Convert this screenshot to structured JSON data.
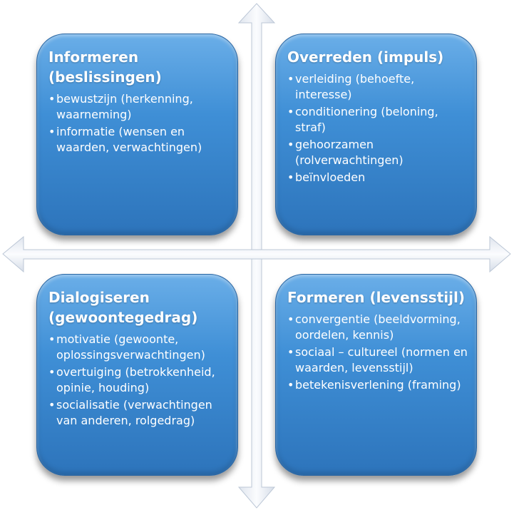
{
  "quadrants": {
    "top_left": {
      "title": "Informeren (beslissingen)",
      "items": [
        "bewustzijn (herkenning, waarneming)",
        "informatie (wensen en waarden, verwachtingen)"
      ]
    },
    "top_right": {
      "title": "Overreden (impuls)",
      "items": [
        "verleiding (behoefte, interesse)",
        "conditionering (beloning, straf)",
        "gehoorzamen (rolverwachtingen)",
        "beïnvloeden"
      ]
    },
    "bottom_left": {
      "title": "Dialogiseren (gewoontegedrag)",
      "items": [
        "motivatie (gewoonte, oplossingsverwachtingen)",
        "overtuiging (betrokkenheid, opinie, houding)",
        "socialisatie (verwachtingen van anderen, rolgedrag)"
      ]
    },
    "bottom_right": {
      "title": "Formeren (levensstijl)",
      "items": [
        "convergentie (beeldvorming, oordelen, kennis)",
        "sociaal – cultureel (normen en waarden, levensstijl)",
        "betekenisverlening (framing)"
      ]
    }
  },
  "colors": {
    "box_fill_top": "#6aaee8",
    "box_fill_bottom": "#2d74bb",
    "axis_fill": "#f2f5fa",
    "axis_stroke": "#bcc7d6"
  }
}
